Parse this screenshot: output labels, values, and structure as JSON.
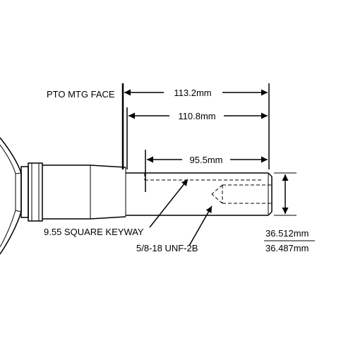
{
  "labels": {
    "pto_mtg_face": "PTO MTG FACE",
    "square_keyway": "9.55 SQUARE KEYWAY",
    "thread": "5/8-18 UNF-2B"
  },
  "dimensions": {
    "overall_length": "113.2mm",
    "length_from_shoulder": "110.8mm",
    "keyway_length": "95.5mm",
    "diameter_max": "36.512mm",
    "diameter_min": "36.487mm"
  }
}
